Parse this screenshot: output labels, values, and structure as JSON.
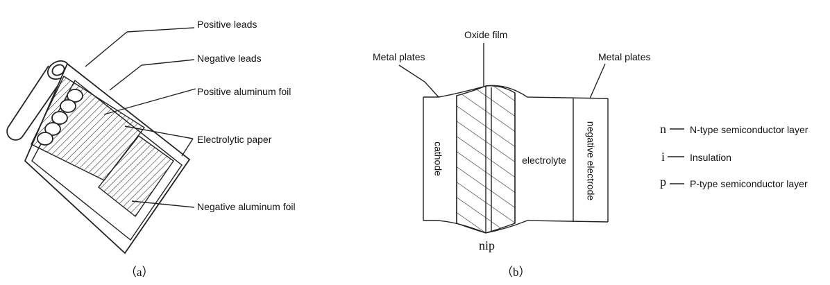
{
  "figure_a": {
    "labels": {
      "positive_leads": "Positive leads",
      "negative_leads": "Negative leads",
      "positive_aluminum_foil": "Positive aluminum foil",
      "electrolytic_paper": "Electrolytic paper",
      "negative_aluminum_foil": "Negative aluminum foil"
    },
    "caption": "（a）"
  },
  "figure_b": {
    "labels": {
      "metal_plates_left": "Metal plates",
      "oxide_film": "Oxide film",
      "metal_plates_right": "Metal plates",
      "cathode": "cathode",
      "electrolyte": "electrolyte",
      "negative_electrode": "negative electrode",
      "nip": "nip"
    },
    "caption": "（b）"
  },
  "legend": {
    "items": [
      {
        "symbol": "n",
        "text": "N-type semiconductor layer"
      },
      {
        "symbol": "i",
        "text": "Insulation"
      },
      {
        "symbol": "p",
        "text": "P-type semiconductor layer"
      }
    ]
  }
}
